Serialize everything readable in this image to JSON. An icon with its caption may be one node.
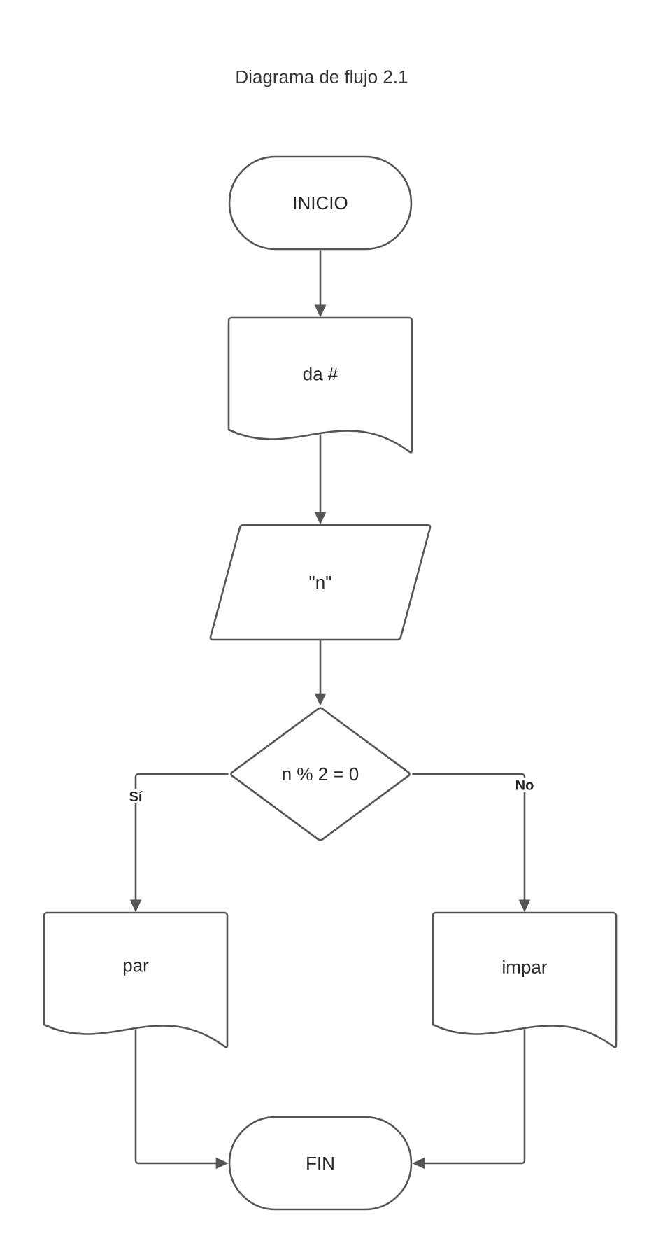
{
  "diagram": {
    "title": "Diagrama de flujo 2.1",
    "nodes": [
      {
        "text": [
          "INICIO"
        ]
      },
      {
        "text": [
          "da #"
        ]
      },
      {
        "text": [
          "\"n\""
        ]
      },
      {
        "text": [
          "n % 2 = 0"
        ]
      },
      {
        "text": [
          "par"
        ]
      },
      {
        "text": [
          "impar"
        ]
      },
      {
        "text": [
          "FIN"
        ]
      }
    ],
    "edges": [
      {
        "from": 0,
        "to": 1,
        "arrow": "to"
      },
      {
        "from": 1,
        "to": 2,
        "arrow": "to"
      },
      {
        "from": 2,
        "to": 3,
        "arrow": "to"
      },
      {
        "from": 3,
        "to": 4,
        "arrow": "to",
        "label": "Sí"
      },
      {
        "from": 3,
        "to": 5,
        "arrow": "to",
        "label": "No"
      },
      {
        "from": 4,
        "to": 6,
        "arrow": "to"
      },
      {
        "from": 5,
        "to": 6,
        "arrow": "to"
      }
    ]
  }
}
